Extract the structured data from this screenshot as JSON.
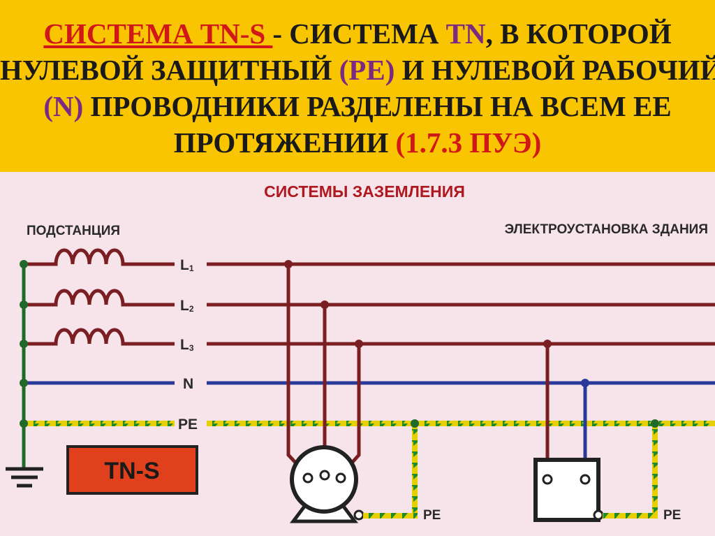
{
  "header": {
    "term": "СИСТЕМА TN-S ",
    "dash": "- СИСТЕМА ",
    "tn": "TN",
    "line1_rest": ", В КОТОРОЙ",
    "line2_a": "НУЛЕВОЙ ЗАЩИТНЫЙ ",
    "pe": "(PE)",
    "line2_b": " И НУЛЕВОЙ РАБОЧИЙ",
    "n": "(N)",
    "line3_rest": " ПРОВОДНИКИ РАЗДЕЛЕНЫ НА ВСЕМ ЕЕ",
    "line4_a": "ПРОТЯЖЕНИИ ",
    "ref": "(1.7.3 ПУЭ)"
  },
  "diagram": {
    "title": "СИСТЕМЫ ЗАЗЕМЛЕНИЯ",
    "substation_label": "ПОДСТАНЦИЯ",
    "building_label": "ЭЛЕКТРОУСТАНОВКА ЗДАНИЯ",
    "conductors": {
      "l1": "L",
      "l1_sub": "1",
      "l2": "L",
      "l2_sub": "2",
      "l3": "L",
      "l3_sub": "3",
      "n": "N",
      "pe": "PE"
    },
    "badge": "TN-S",
    "motor_pe_label": "PE",
    "device_pe_label": "PE",
    "colors": {
      "phase": "#7a1e22",
      "neutral": "#2a3a9a",
      "pe_yellow": "#e8d000",
      "pe_green": "#1f8a2a",
      "badge_bg": "#e0401c",
      "title": "#b01820"
    }
  }
}
